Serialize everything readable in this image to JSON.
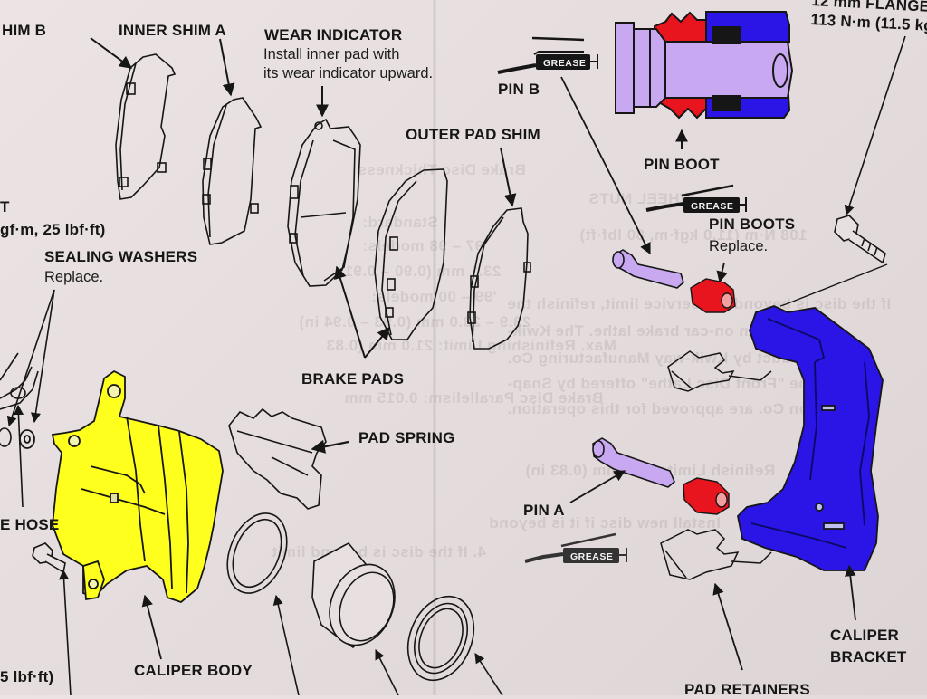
{
  "diagram": {
    "title": "Front Brake Caliper Exploded View",
    "colors": {
      "caliper_body": "#ffff1e",
      "caliper_bracket": "#2a14e6",
      "pin_boot": "#e8141e",
      "pin": "#c8a8f0",
      "ink": "#161616",
      "paper": "#e8e0e0"
    },
    "labels": {
      "shim_b": "HIM B",
      "inner_shim_a": "INNER SHIM A",
      "wear_indicator": "WEAR INDICATOR",
      "wear_indicator_note_1": "Install inner pad with",
      "wear_indicator_note_2": "its wear indicator upward.",
      "pin_b": "PIN B",
      "pin_boot": "PIN BOOT",
      "flange_bolt_line_1": "12 mm FLANGE",
      "flange_bolt_line_2": "113 N·m (11.5 kg",
      "outer_pad_shim": "OUTER PAD SHIM",
      "pin_boots": "PIN BOOTS",
      "pin_boots_note": "Replace.",
      "torque_t": "T",
      "torque_spec": "gf·m, 25 lbf·ft)",
      "sealing_washers": "SEALING WASHERS",
      "sealing_washers_note": "Replace.",
      "brake_pads": "BRAKE PADS",
      "pad_spring": "PAD SPRING",
      "brake_hose": "E HOSE",
      "pin_a": "PIN A",
      "torque_bottom": "5 lbf·ft)",
      "caliper_body": "CALIPER BODY",
      "pad_retainers": "PAD RETAINERS",
      "caliper_bracket_1": "CALIPER",
      "caliper_bracket_2": "BRACKET",
      "grease_tag": "GREASE"
    },
    "background_bleed_text": [
      "Brake Disc Thickness",
      "Standard:",
      "'97 – 98 models:",
      "23.1 mm (0.90 – 0.91",
      "'99 – 00 models:",
      "23.9 – 23.0 mm (0.93 – 0.94 in)",
      "Max. Refinishing Limit: 21.0 mm (0.83",
      "Brake Disc Parallelism: 0.015 mm",
      "WHEEL NUTS",
      "108 N·m (11.0 kgf·m, 80 lbf·ft)",
      "If the disc is beyond the service limit, refinish the",
      "disc with an on-car brake lathe. The Kwik-",
      "way product by Kwik-way Manufacturing Co.",
      "the \"Front Disc Lathe\" offered by Snap-",
      "on Co. are approved for this operation.",
      "Refinish Limit: 21.0 mm (0.83 in)",
      "Install new disc if it is beyond",
      "4. If the disc is beyond limit"
    ]
  }
}
